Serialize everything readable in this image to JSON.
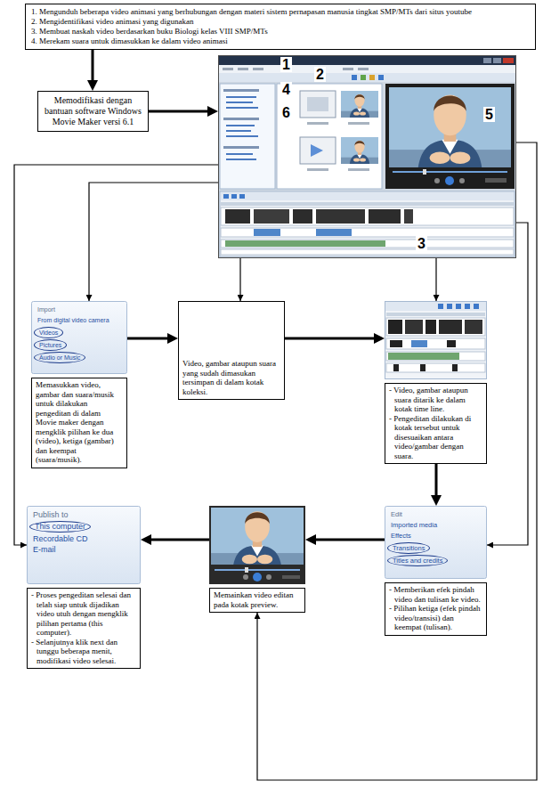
{
  "diagram": {
    "nodes": [
      {
        "text": [
          "1. Mengunduh beberapa video animasi yang berhubungan dengan materi sistem pernapasan manusia tingkat SMP/MTs dari situs youtube",
          "2. Mengidentifikasi video animasi yang digunakan",
          "3. Membuat naskah video berdasarkan buku Biologi kelas VIII SMP/MTs",
          "4. Merekam suara untuk dimasukkan ke dalam video animasi"
        ]
      },
      {
        "text": [
          "Memodifikasi dengan bantuan software Windows Movie Maker versi 6.1"
        ]
      },
      {
        "text": [
          "1",
          "2",
          "3",
          "4",
          "5",
          "6"
        ]
      },
      {
        "text": [
          "Import",
          "From digital video camera",
          "Videos",
          "Pictures",
          "Audio or Music",
          "Memasukkan video, gambar dan suara/musik untuk dilakukan pengeditan di dalam Movie maker dengan mengklik pilihan ke dua (video), ketiga (gambar) dan keempat (suara/musik)."
        ]
      },
      {
        "text": [
          "Video, gambar ataupun suara yang sudah dimasukan tersimpan di dalam kotak koleksi."
        ]
      },
      {
        "text": [
          "- Video, gambar ataupun suara ditarik ke dalam kotak time line.",
          "- Pengeditan dilakukan di kotak tersebut untuk disesuaikan antara video/gambar dengan suara."
        ]
      },
      {
        "text": [
          "Publish to",
          "This computer",
          "Recordable CD",
          "E-mail",
          "- Proses pengeditan selesai dan telah siap untuk dijadikan video utuh dengan mengklik pilihan pertama (this computer).",
          "- Selanjutnya klik next dan tunggu beberapa menit, modifikasi video selesai."
        ]
      },
      {
        "text": [
          "Memainkan video editan pada kotak preview."
        ]
      },
      {
        "text": [
          "Edit",
          "Imported media",
          "Effects",
          "Transitions",
          "Titles and credits",
          "- Memberikan efek pindah video dan tulisan ke video.",
          "- Pilihan ketiga (efek pindah video/transisi) dan keempat (tulisan)."
        ]
      }
    ],
    "edges": [
      {
        "from": 0,
        "to": 1,
        "arrow": "to"
      },
      {
        "from": 1,
        "to": 2,
        "arrow": "to"
      },
      {
        "from": 2,
        "to": 3,
        "arrow": "to"
      },
      {
        "from": 2,
        "to": 4,
        "arrow": "to"
      },
      {
        "from": 2,
        "to": 5,
        "arrow": "to"
      },
      {
        "from": 2,
        "to": 8,
        "arrow": "to"
      },
      {
        "from": 2,
        "to": 7,
        "arrow": "to"
      },
      {
        "from": 2,
        "to": 6,
        "arrow": "to"
      },
      {
        "from": 3,
        "to": 4,
        "arrow": "to"
      },
      {
        "from": 4,
        "to": 5,
        "arrow": "to"
      },
      {
        "from": 5,
        "to": 8,
        "arrow": "to"
      },
      {
        "from": 8,
        "to": 7,
        "arrow": "to"
      },
      {
        "from": 7,
        "to": 6,
        "arrow": "to"
      }
    ]
  }
}
